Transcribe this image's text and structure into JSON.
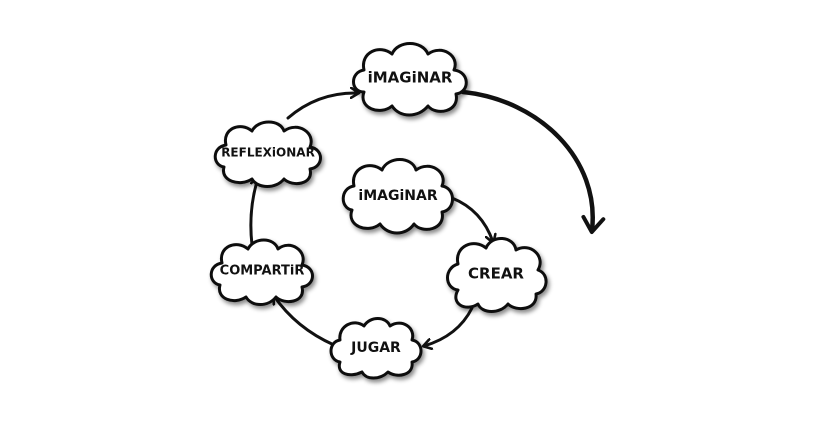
{
  "diagram": {
    "clouds": [
      {
        "id": "imaginar-outer",
        "label": "iMAGiNAR"
      },
      {
        "id": "imaginar-inner",
        "label": "iMAGiNAR"
      },
      {
        "id": "crear",
        "label": "CREAR"
      },
      {
        "id": "jugar",
        "label": "JUGAR"
      },
      {
        "id": "compartir",
        "label": "COMPARTiR"
      },
      {
        "id": "reflexionar",
        "label": "REFLEXiONAR"
      }
    ]
  },
  "colors": {
    "ink": "#111111",
    "cloud_fill": "#ffffff",
    "background": "#ffffff"
  }
}
